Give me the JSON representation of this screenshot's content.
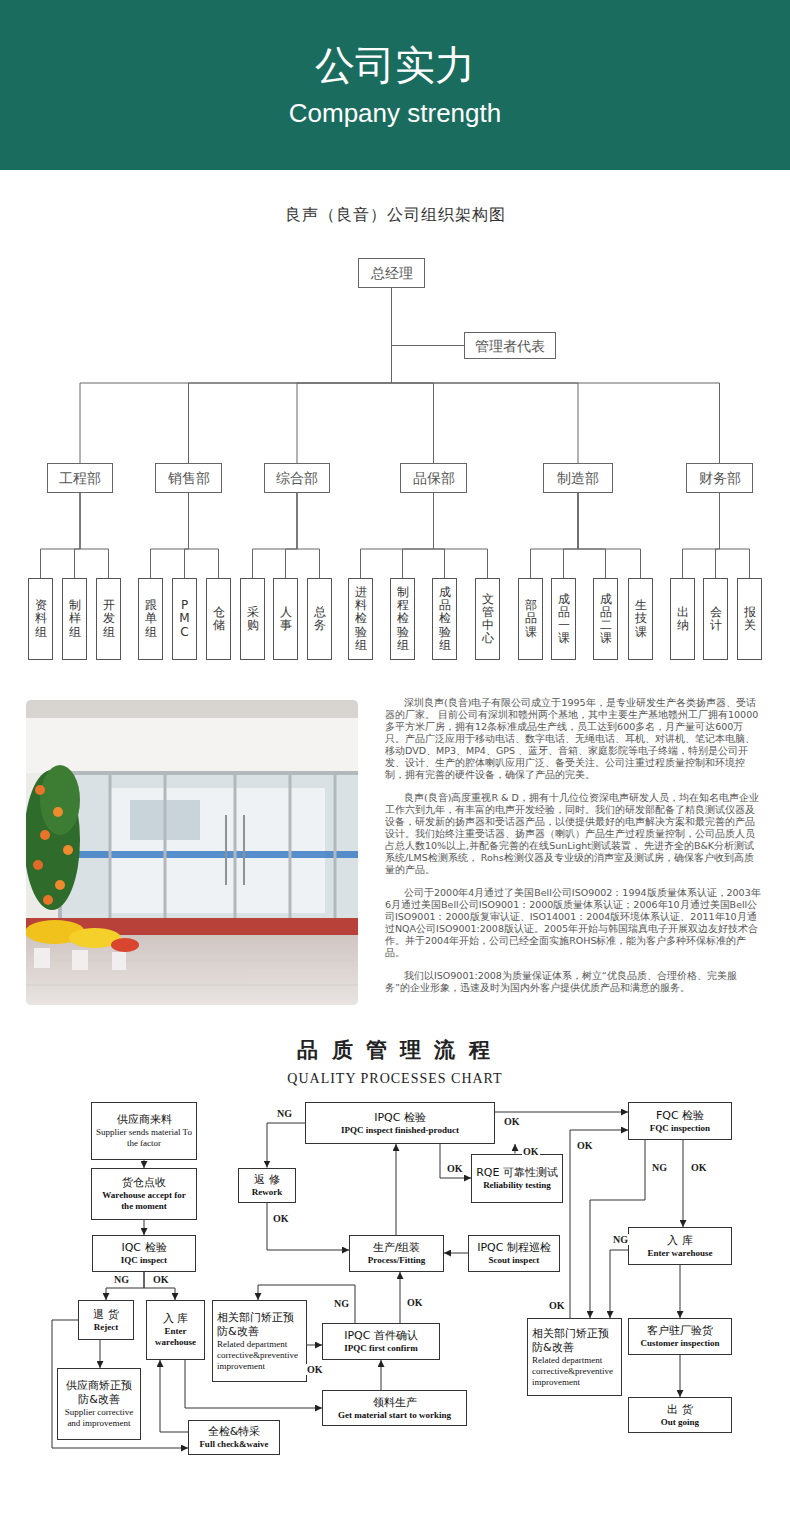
{
  "diagram": {
    "title": "公司实力",
    "nodes": [
      {
        "text": [
          "总经理"
        ]
      },
      {
        "text": [
          "管理者代表"
        ]
      },
      {
        "text": [
          "工程部"
        ]
      },
      {
        "text": [
          "销售部"
        ]
      },
      {
        "text": [
          "综合部"
        ]
      },
      {
        "text": [
          "品保部"
        ]
      },
      {
        "text": [
          "制造部"
        ]
      },
      {
        "text": [
          "财务部"
        ]
      },
      {
        "text": [
          "资料组"
        ]
      },
      {
        "text": [
          "制样组"
        ]
      },
      {
        "text": [
          "开发组"
        ]
      },
      {
        "text": [
          "跟单组"
        ]
      },
      {
        "text": [
          "PMC"
        ]
      },
      {
        "text": [
          "仓储"
        ]
      },
      {
        "text": [
          "采购"
        ]
      },
      {
        "text": [
          "人事"
        ]
      },
      {
        "text": [
          "总务"
        ]
      },
      {
        "text": [
          "进料检验组"
        ]
      },
      {
        "text": [
          "制程检验组"
        ]
      },
      {
        "text": [
          "成品检验组"
        ]
      },
      {
        "text": [
          "文管中心"
        ]
      },
      {
        "text": [
          "部品课"
        ]
      },
      {
        "text": [
          "成品一课"
        ]
      },
      {
        "text": [
          "成品二课"
        ]
      },
      {
        "text": [
          "生技课"
        ]
      },
      {
        "text": [
          "出纳"
        ]
      },
      {
        "text": [
          "会计"
        ]
      },
      {
        "text": [
          "报关"
        ]
      },
      {
        "text": [
          "供应商来料",
          "Supplier sends material To the factor"
        ]
      },
      {
        "text": [
          "货仓点收",
          "Warehouse accept for the moment"
        ]
      },
      {
        "text": [
          "IQC 检验",
          "IQC inspect"
        ]
      },
      {
        "text": [
          "退 货",
          "Reject"
        ]
      },
      {
        "text": [
          "入 库",
          "Enter warehouse"
        ]
      },
      {
        "text": [
          "供应商矫正预防&改善",
          "Supplier corrective and improvement"
        ]
      },
      {
        "text": [
          "全检&特采",
          "Full check&waive"
        ]
      },
      {
        "text": [
          "IPQC 检验",
          "IPQC inspect finished-product"
        ]
      },
      {
        "text": [
          "返 修",
          "Rework"
        ]
      },
      {
        "text": [
          "RQE 可靠性测试",
          "Reliability testing"
        ]
      },
      {
        "text": [
          "生产/组装",
          "Process/Fitting"
        ]
      },
      {
        "text": [
          "IPQC 制程巡检",
          "Scout inspect"
        ]
      },
      {
        "text": [
          "相关部门矫正预防&改善",
          "Related department corrective&preventive improvement"
        ]
      },
      {
        "text": [
          "IPQC 首件确认",
          "IPQC first confirm"
        ]
      },
      {
        "text": [
          "领料生产",
          "Get material start to working"
        ]
      },
      {
        "text": [
          "FQC 检验",
          "FQC inspection"
        ]
      },
      {
        "text": [
          "入 库",
          "Enter warehouse"
        ]
      },
      {
        "text": [
          "相关部门矫正预防&改善",
          "Related department corrective&preventive improvement"
        ]
      },
      {
        "text": [
          "客户驻厂验货",
          "Customer inspection"
        ]
      },
      {
        "text": [
          "出 货",
          "Out going"
        ]
      }
    ],
    "edges": [
      {
        "from": 0,
        "to": 1,
        "arrow": "none"
      },
      {
        "from": 0,
        "to": 2,
        "arrow": "none"
      },
      {
        "from": 0,
        "to": 3,
        "arrow": "none"
      },
      {
        "from": 0,
        "to": 4,
        "arrow": "none"
      },
      {
        "from": 0,
        "to": 5,
        "arrow": "none"
      },
      {
        "from": 0,
        "to": 6,
        "arrow": "none"
      },
      {
        "from": 0,
        "to": 7,
        "arrow": "none"
      },
      {
        "from": 2,
        "to": 8,
        "arrow": "none"
      },
      {
        "from": 2,
        "to": 9,
        "arrow": "none"
      },
      {
        "from": 2,
        "to": 10,
        "arrow": "none"
      },
      {
        "from": 3,
        "to": 11,
        "arrow": "none"
      },
      {
        "from": 3,
        "to": 12,
        "arrow": "none"
      },
      {
        "from": 3,
        "to": 13,
        "arrow": "none"
      },
      {
        "from": 4,
        "to": 14,
        "arrow": "none"
      },
      {
        "from": 4,
        "to": 15,
        "arrow": "none"
      },
      {
        "from": 4,
        "to": 16,
        "arrow": "none"
      },
      {
        "from": 5,
        "to": 17,
        "arrow": "none"
      },
      {
        "from": 5,
        "to": 18,
        "arrow": "none"
      },
      {
        "from": 5,
        "to": 19,
        "arrow": "none"
      },
      {
        "from": 5,
        "to": 20,
        "arrow": "none"
      },
      {
        "from": 6,
        "to": 21,
        "arrow": "none"
      },
      {
        "from": 6,
        "to": 22,
        "arrow": "none"
      },
      {
        "from": 6,
        "to": 23,
        "arrow": "none"
      },
      {
        "from": 6,
        "to": 24,
        "arrow": "none"
      },
      {
        "from": 7,
        "to": 25,
        "arrow": "none"
      },
      {
        "from": 7,
        "to": 26,
        "arrow": "none"
      },
      {
        "from": 7,
        "to": 27,
        "arrow": "none"
      },
      {
        "from": 28,
        "to": 29,
        "arrow": "to"
      },
      {
        "from": 29,
        "to": 30,
        "arrow": "to"
      },
      {
        "from": 30,
        "to": 31,
        "label": "NG",
        "arrow": "to"
      },
      {
        "from": 30,
        "to": 32,
        "label": "OK",
        "arrow": "to"
      },
      {
        "from": 31,
        "to": 33,
        "arrow": "to"
      },
      {
        "from": 31,
        "to": 34,
        "arrow": "to"
      },
      {
        "from": 34,
        "to": 32,
        "arrow": "to"
      },
      {
        "from": 32,
        "to": 42,
        "arrow": "to"
      },
      {
        "from": 42,
        "to": 41,
        "arrow": "to"
      },
      {
        "from": 41,
        "to": 38,
        "label": "OK",
        "arrow": "to"
      },
      {
        "from": 41,
        "to": 40,
        "label": "NG",
        "arrow": "to"
      },
      {
        "from": 40,
        "to": 41,
        "label": "OK",
        "arrow": "to"
      },
      {
        "from": 38,
        "to": 35,
        "arrow": "to"
      },
      {
        "from": 39,
        "to": 38,
        "arrow": "to"
      },
      {
        "from": 35,
        "to": 36,
        "label": "NG",
        "arrow": "to"
      },
      {
        "from": 36,
        "to": 38,
        "label": "OK",
        "arrow": "to"
      },
      {
        "from": 35,
        "to": 43,
        "label": "OK",
        "arrow": "to"
      },
      {
        "from": 35,
        "to": 37,
        "label": "OK",
        "arrow": "to"
      },
      {
        "from": 37,
        "to": 35,
        "label": "OK",
        "arrow": "to"
      },
      {
        "from": 43,
        "to": 44,
        "label": "OK",
        "arrow": "to"
      },
      {
        "from": 43,
        "to": 45,
        "label": "NG",
        "arrow": "to"
      },
      {
        "from": 45,
        "to": 43,
        "label": "OK",
        "arrow": "to"
      },
      {
        "from": 44,
        "to": 45,
        "label": "NG",
        "arrow": "to"
      },
      {
        "from": 44,
        "to": 46,
        "arrow": "to"
      },
      {
        "from": 46,
        "to": 47,
        "arrow": "to"
      }
    ],
    "labels": [
      "Company strength",
      "良声（良音）公司组织架构图",
      "深圳良声(良音)电子有限公司成立于1995年，是专业研发生产各类扬声器、受话器的厂家。  目前公司有深圳和赣州两个基地，其中主要生产基地赣州工厂拥有10000多平方米厂房，拥有12条标准成品生产线，员工达到600多名，月产量可达600万只。产品广泛应用于移动电话、数字电话、无绳电话、耳机、对讲机、笔记本电脑、移动DVD、MP3、MP4、GPS 、蓝牙、音箱、家庭影院等电子终端，特别是公司开发、设计、生产的腔体喇叭应用广泛、备受关注。公司注重过程质量控制和环境控制，拥有完善的硬件设备，确保了产品的完美。",
      "良声(良音)高度重视R & D，拥有十几位位资深电声研发人员，均在知名电声企业工作六到九年，有丰富的电声开发经验，同时。我们的研发部配备了精良测试仪器及设备，研发新的扬声器和受话器产品，以便提供最好的电声解决方案和最完善的产品设计。我们始终注重受话器、扬声器（喇叭）产品生产过程质量控制，公司品质人员占总人数10%以上,并配备完善的在线SunLight测试装置， 先进齐全的B&K分析测试系统/LMS检测系统，   Rohs检测仪器及专业级的消声室及测试房，确保客户收到高质量的产品。",
      "公司于2000年4月通过了美国Bell公司ISO9002：1994版质量体系认证，2003年6月通过美国Bell公司ISO9001：2000版质量体系认证；2006年10月通过美国Bell公司ISO9001：2000版复审认证、ISO14001：2004版环境体系认证、2011年10月通过NQA公司ISO9001:2008版认证。2005年开始与韩国瑞真电子开展双边友好技术合作。并于2004年开始，公司已经全面实施ROHS标准，能为客户多种环保标准的产品。",
      "我们以ISO9001:2008为质量保证体系，树立“优良品质、合理价格、完美服务”的企业形象，迅速及时为国内外客户提供优质产品和满意的服务。",
      "品 质 管 理 流 程",
      "QUALITY PROCESSES CHART",
      "OK"
    ]
  }
}
